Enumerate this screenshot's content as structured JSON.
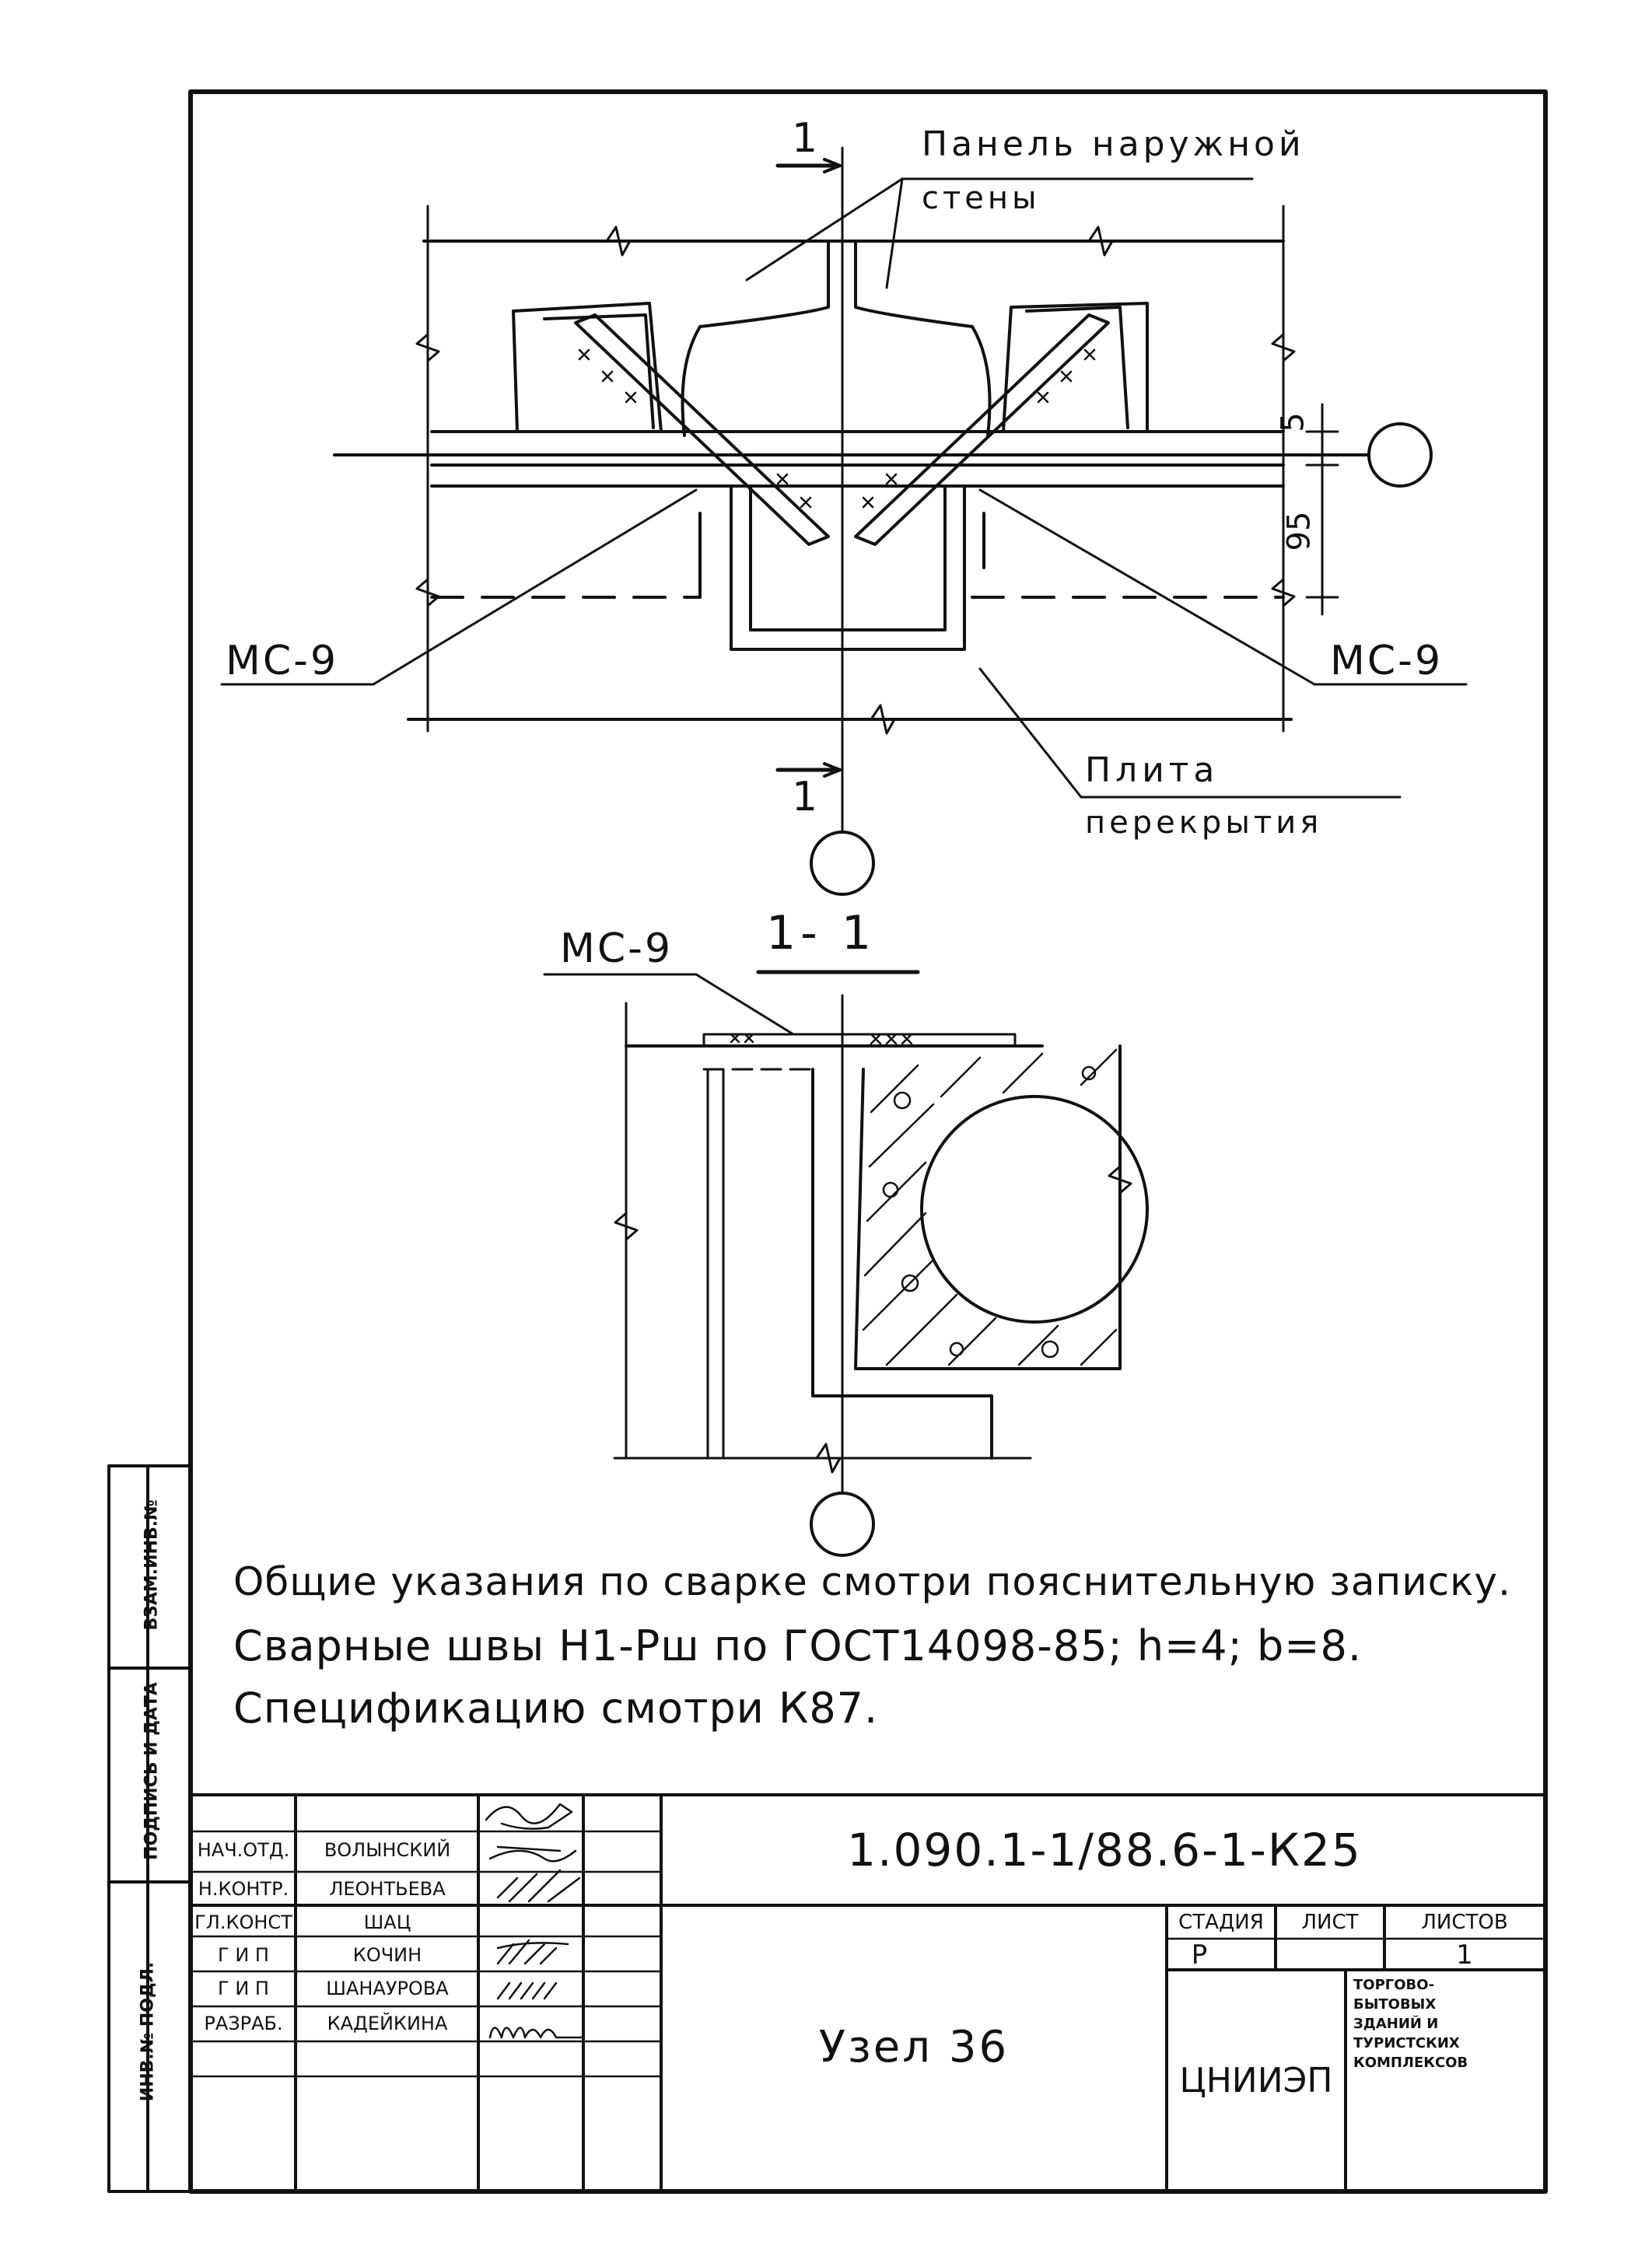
{
  "plan": {
    "label_panel_1": "Панель наружной",
    "label_panel_2": "стены",
    "label_slab_1": "Плита",
    "label_slab_2": "перекрытия",
    "part_left": "МС-9",
    "part_right": "МС-9",
    "section_mark_top": "1",
    "section_mark_bottom": "1",
    "dim_5": "5",
    "dim_95": "95"
  },
  "section": {
    "title": "1- 1",
    "part": "МС-9"
  },
  "notes": {
    "line1": "Общие указания по сварке смотри пояснительную записку.",
    "line2": "Сварные швы Н1-Рш по ГОСТ14098-85; h=4; b=8.",
    "line3": "Спецификацию смотри К87."
  },
  "side_stamp": {
    "col1": "ИНВ.№ ПОДЛ.",
    "col2": "ПОДПИСЬ И ДАТА",
    "col3": "ВЗАМ.ИНВ.№"
  },
  "title_block": {
    "document_code": "1.090.1-1/88.6-1-К25",
    "sheet_name": "Узел 36",
    "roles": [
      "НАЧ.ОТД.",
      "Н.КОНТР.",
      "ГЛ.КОНСТ",
      "Г И П",
      "Г И П",
      "РАЗРАБ."
    ],
    "names": [
      "ВОЛЫНСКИЙ",
      "ЛЕОНТЬЕВА",
      "ШАЦ",
      "КОЧИН",
      "ШАНАУРОВА",
      "КАДЕЙКИНА"
    ],
    "stage_header": "СТАДИЯ",
    "sheet_header": "ЛИСТ",
    "sheets_header": "ЛИСТОВ",
    "stage_value": "Р",
    "sheet_value": "",
    "sheets_value": "1",
    "org": "ЦНИИЭП",
    "org_desc_1": "ТОРГОВО-",
    "org_desc_2": "БЫТОВЫХ",
    "org_desc_3": "ЗДАНИЙ И",
    "org_desc_4": "ТУРИСТСКИХ",
    "org_desc_5": "КОМПЛЕКСОВ"
  },
  "colors": {
    "ink": "#111111",
    "paper": "#ffffff"
  }
}
